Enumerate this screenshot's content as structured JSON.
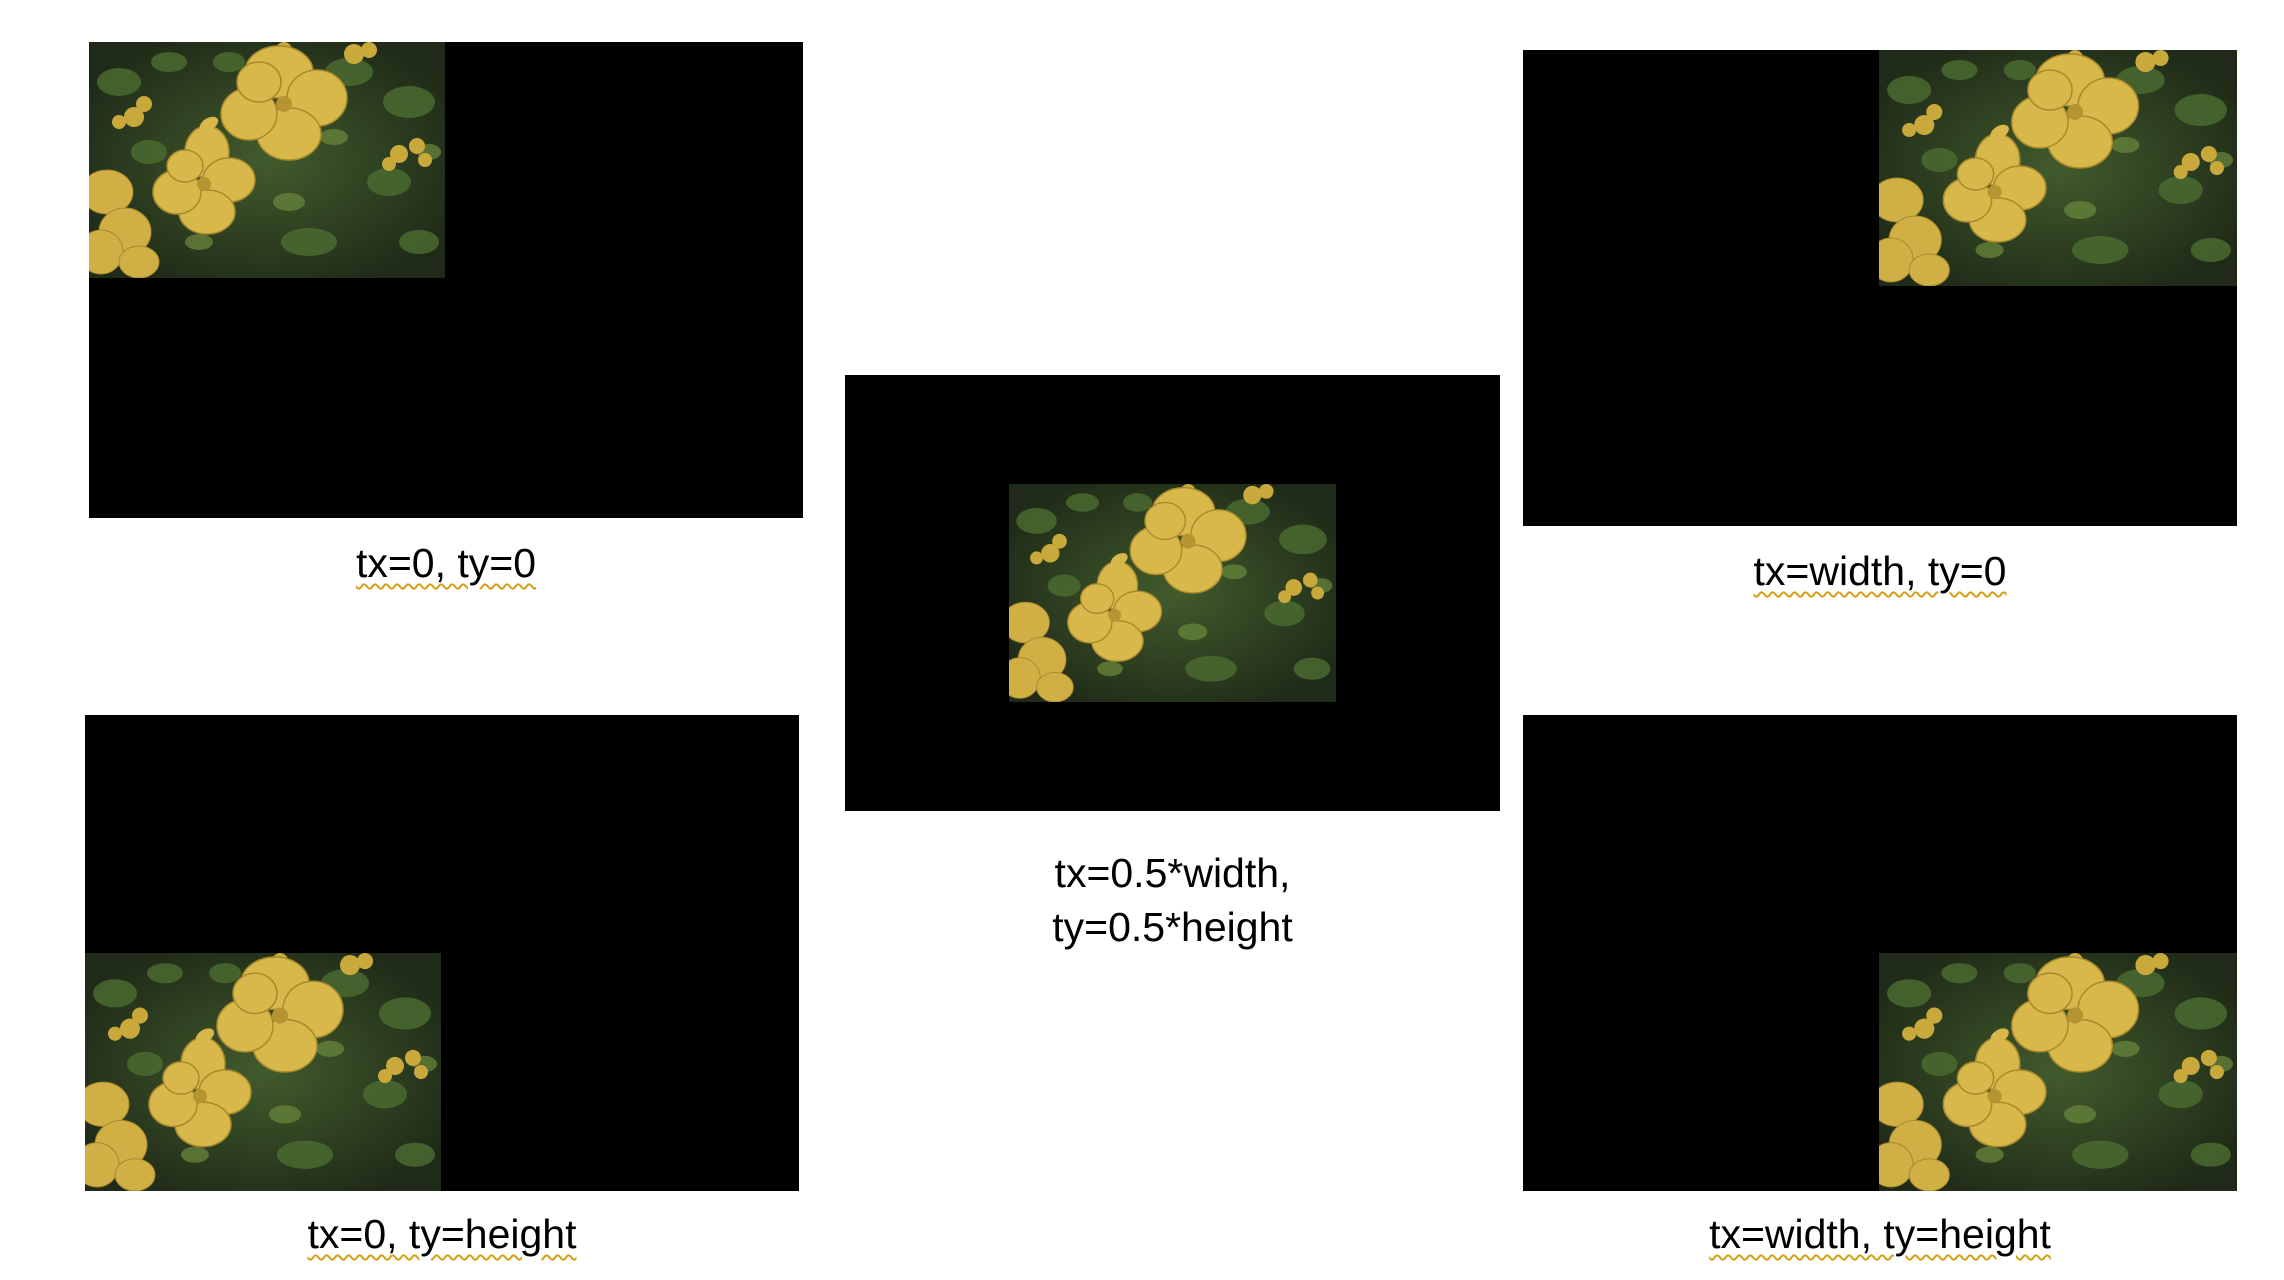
{
  "panels": [
    {
      "caption": "tx=0, ty=0"
    },
    {
      "caption_lines": [
        "tx=0.5*width,",
        "ty=0.5*height"
      ]
    },
    {
      "caption": "tx=width, ty=0"
    },
    {
      "caption": "tx=0, ty=height"
    },
    {
      "caption": "tx=width, ty=height"
    }
  ],
  "colors": {
    "background": "#ffffff",
    "panel": "#000000",
    "flower": "#d8b84a",
    "foliage": "#3d5a2a"
  }
}
